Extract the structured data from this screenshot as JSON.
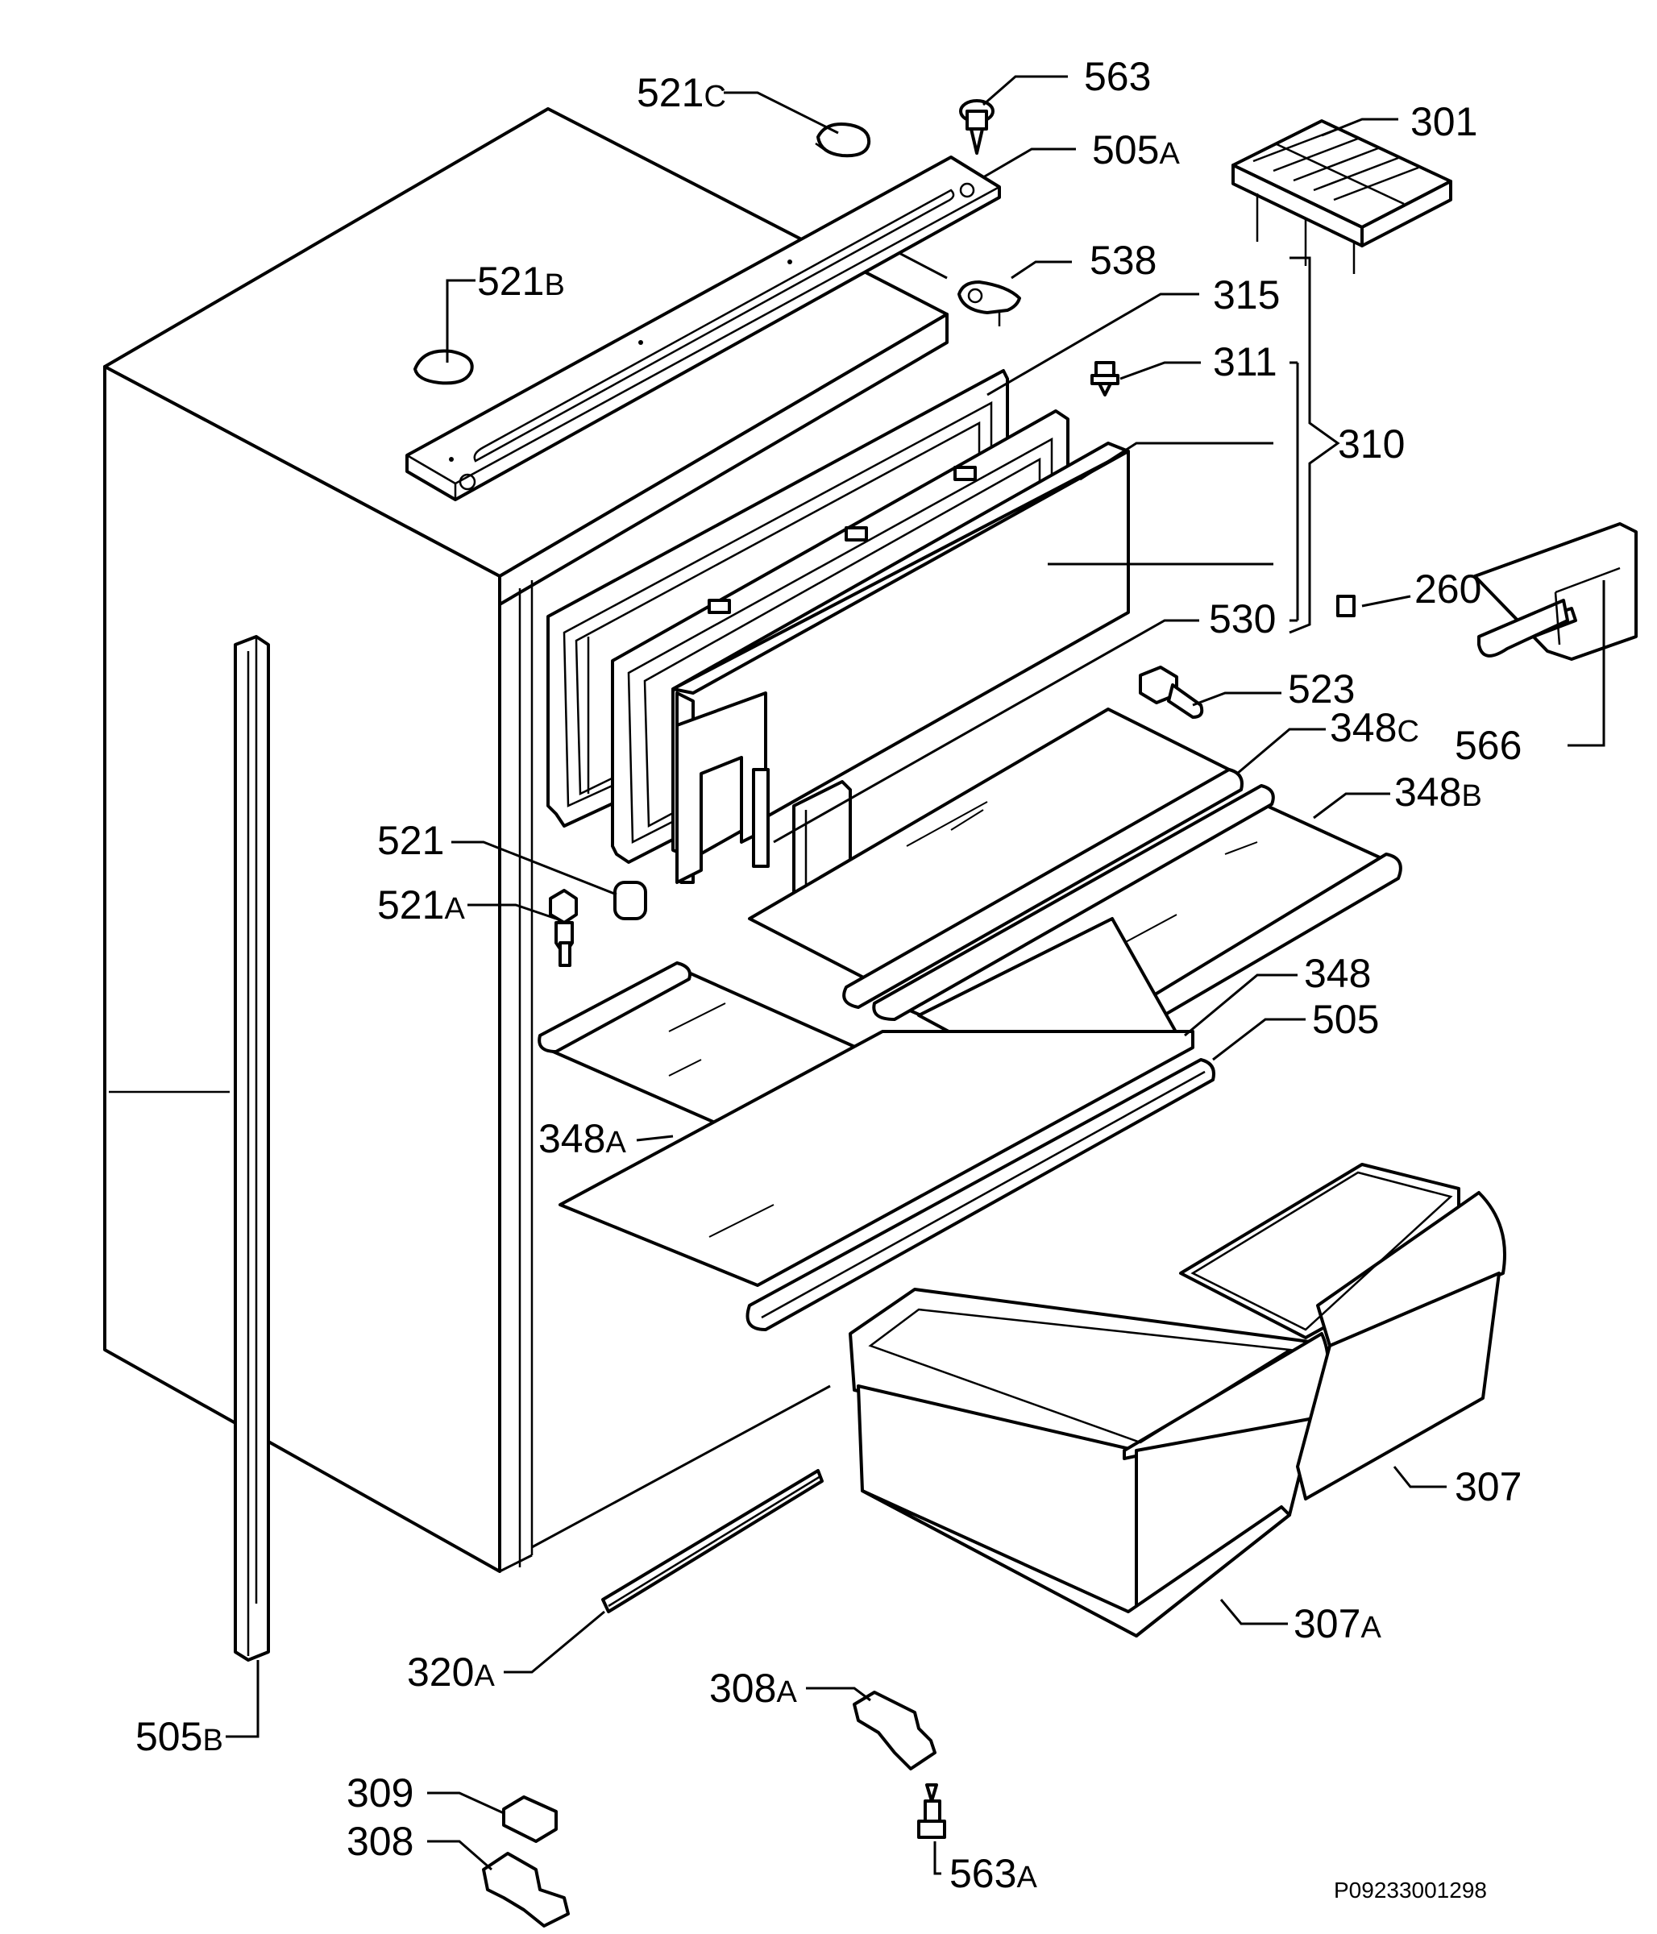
{
  "drawing_code": "P09233001298",
  "labels": [
    {
      "id": "521c",
      "num": "521",
      "suffix": "C"
    },
    {
      "id": "563",
      "num": "563",
      "suffix": ""
    },
    {
      "id": "505a",
      "num": "505",
      "suffix": "A"
    },
    {
      "id": "301",
      "num": "301",
      "suffix": ""
    },
    {
      "id": "521b",
      "num": "521",
      "suffix": "B"
    },
    {
      "id": "538",
      "num": "538",
      "suffix": ""
    },
    {
      "id": "315",
      "num": "315",
      "suffix": ""
    },
    {
      "id": "311",
      "num": "311",
      "suffix": ""
    },
    {
      "id": "310",
      "num": "310",
      "suffix": ""
    },
    {
      "id": "260",
      "num": "260",
      "suffix": ""
    },
    {
      "id": "530",
      "num": "530",
      "suffix": ""
    },
    {
      "id": "523",
      "num": "523",
      "suffix": ""
    },
    {
      "id": "348c",
      "num": "348",
      "suffix": "C"
    },
    {
      "id": "566",
      "num": "566",
      "suffix": ""
    },
    {
      "id": "348b",
      "num": "348",
      "suffix": "B"
    },
    {
      "id": "521",
      "num": "521",
      "suffix": ""
    },
    {
      "id": "521a",
      "num": "521",
      "suffix": "A"
    },
    {
      "id": "348",
      "num": "348",
      "suffix": ""
    },
    {
      "id": "505",
      "num": "505",
      "suffix": ""
    },
    {
      "id": "348a",
      "num": "348",
      "suffix": "A"
    },
    {
      "id": "307",
      "num": "307",
      "suffix": ""
    },
    {
      "id": "307a",
      "num": "307",
      "suffix": "A"
    },
    {
      "id": "320a",
      "num": "320",
      "suffix": "A"
    },
    {
      "id": "308a",
      "num": "308",
      "suffix": "A"
    },
    {
      "id": "505b",
      "num": "505",
      "suffix": "B"
    },
    {
      "id": "309",
      "num": "309",
      "suffix": ""
    },
    {
      "id": "308",
      "num": "308",
      "suffix": ""
    },
    {
      "id": "563a",
      "num": "563",
      "suffix": "A"
    }
  ]
}
